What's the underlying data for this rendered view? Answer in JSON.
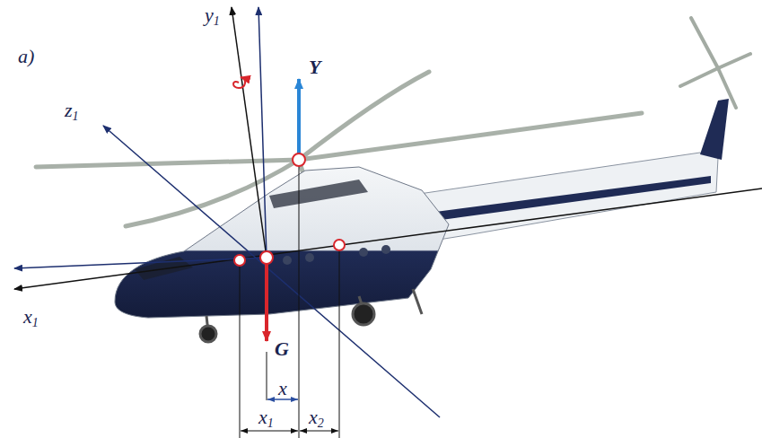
{
  "diagram": {
    "labels": [
      "a)",
      "y1",
      "Y",
      "z1",
      "x1",
      "G",
      "x",
      "x1",
      "x2"
    ]
  }
}
